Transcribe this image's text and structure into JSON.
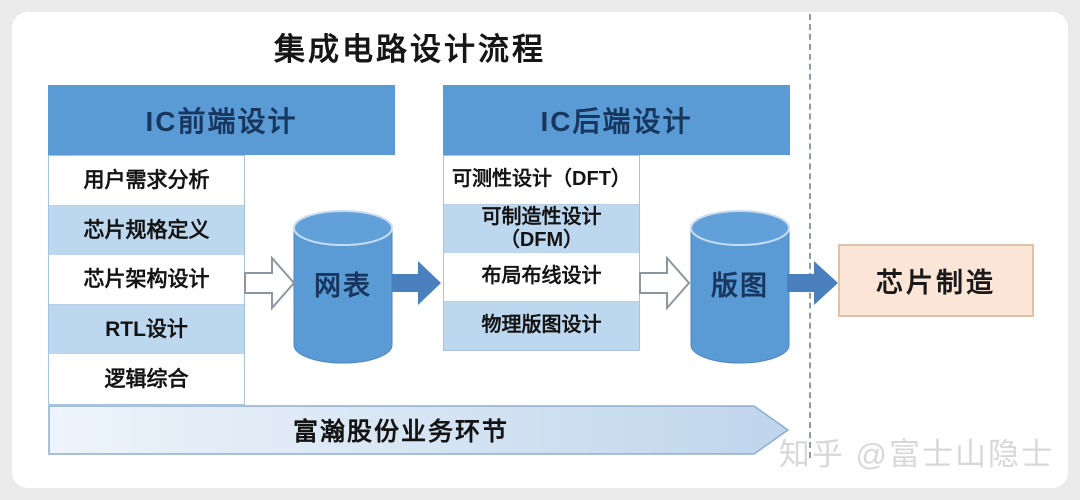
{
  "title": "集成电路设计流程",
  "front_end": {
    "header": "IC前端设计",
    "items": [
      "用户需求分析",
      "芯片规格定义",
      "芯片架构设计",
      "RTL设计",
      "逻辑综合"
    ]
  },
  "back_end": {
    "header": "IC后端设计",
    "items": [
      "可测性设计（DFT）",
      "可制造性设计\n（DFM）",
      "布局布线设计",
      "物理版图设计"
    ]
  },
  "data_stores": {
    "netlist": "网表",
    "layout": "版图"
  },
  "manufacturing": {
    "label": "芯片制造"
  },
  "banner": {
    "label": "富瀚股份业务环节"
  },
  "watermark": "知乎 @富士山隐士",
  "colors": {
    "header_blue": "#5B9BD5",
    "row_alt_blue": "#BDD7EE",
    "cylinder_blue": "#5B9BD5",
    "solid_arrow_blue": "#4A80BD",
    "manufacture_bg": "#FBE5D6",
    "manufacture_border": "#DFC2AA",
    "banner_gradient_start": "#EEF4FB",
    "banner_gradient_end": "#BFD5EC",
    "navy_text": "#17375E",
    "dashed_line_gray": "#8C9BA9",
    "watermark_gray": "#D8D8D8"
  }
}
